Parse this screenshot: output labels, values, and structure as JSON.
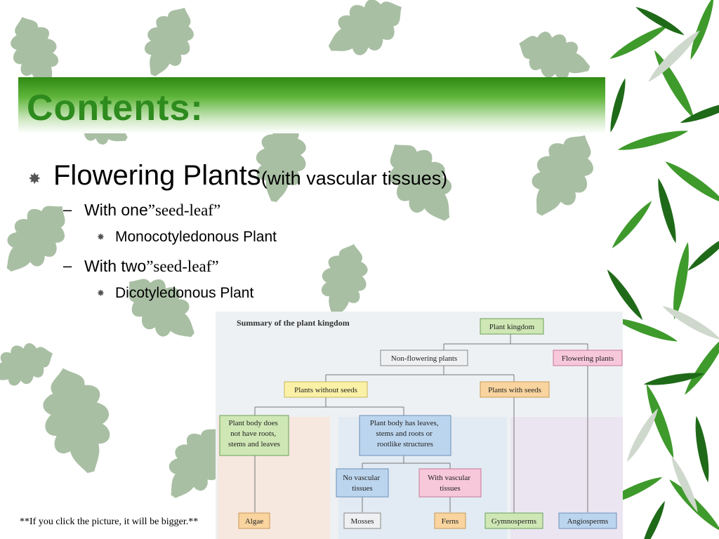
{
  "slide": {
    "title": "Contents:",
    "footnote": "**If you click the picture, it will be bigger.**",
    "accent_color": "#2e8b1e"
  },
  "bullets": {
    "level1": {
      "marker": "✸",
      "text": "Flowering Plants",
      "suffix": "(with vascular tissues)"
    },
    "items": [
      {
        "marker": "–",
        "text": "With one",
        "quote": "”seed-leaf”",
        "sub_marker": "✸",
        "sub": "Monocotyledonous Plant"
      },
      {
        "marker": "–",
        "text": "With two",
        "quote": "”seed-leaf”",
        "sub_marker": "✸",
        "sub": "Dicotyledonous Plant"
      }
    ]
  },
  "diagram": {
    "heading": "Summary of the plant kingdom",
    "nodes": {
      "kingdom": "Plant kingdom",
      "non_flowering": "Non-flowering plants",
      "flowering": "Flowering plants",
      "without_seeds": "Plants without seeds",
      "with_seeds": "Plants with seeds",
      "no_roots": [
        "Plant body does",
        "not have roots,",
        "stems and leaves"
      ],
      "has_leaves": [
        "Plant body has leaves,",
        "stems and roots or",
        "rootlike structures"
      ],
      "no_vascular": [
        "No vascular",
        "tissues"
      ],
      "with_vascular": [
        "With vascular",
        "tissues"
      ],
      "algae": "Algae",
      "mosses": "Mosses",
      "ferns": "Ferns",
      "gymnosperms": "Gymnosperms",
      "angiosperms": "Angiosperms"
    },
    "colors": {
      "green": "#cfe7b5",
      "pink": "#f7c7da",
      "yellow": "#fbf1a6",
      "orange": "#f9d49f",
      "blue": "#bcd5ee"
    }
  }
}
